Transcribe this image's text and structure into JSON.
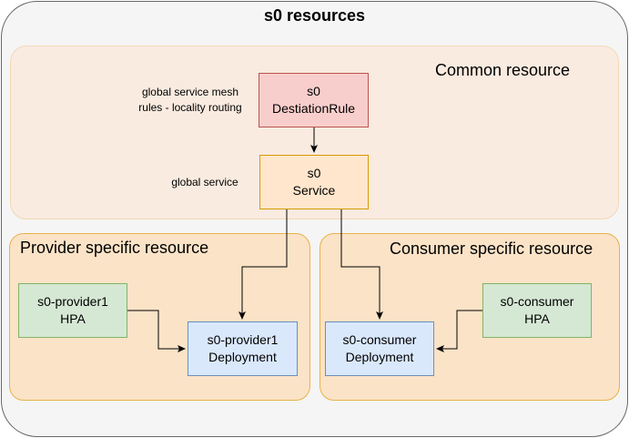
{
  "title": "s0 resources",
  "sections": {
    "common": "Common resource",
    "provider": "Provider specific resource",
    "consumer": "Consumer specific resource"
  },
  "nodes": {
    "destination_rule": "s0\nDestiationRule",
    "service": "s0\nService",
    "provider_hpa": "s0-provider1\nHPA",
    "provider_deployment": "s0-provider1\nDeployment",
    "consumer_deployment": "s0-consumer\nDeployment",
    "consumer_hpa": "s0-consumer\nHPA"
  },
  "notes": {
    "destination_rule": "global service mesh\nrules - locality routing",
    "service": "global service"
  },
  "colors": {
    "destination_rule_fill": "#f8cecc",
    "service_fill": "#ffe6cc",
    "hpa_fill": "#d5e8d4",
    "deployment_fill": "#dae8fc",
    "section_fill": "#fbe3c7"
  },
  "edges": [
    {
      "from": "destination_rule",
      "to": "service"
    },
    {
      "from": "service",
      "to": "provider_deployment"
    },
    {
      "from": "service",
      "to": "consumer_deployment"
    },
    {
      "from": "provider_hpa",
      "to": "provider_deployment"
    },
    {
      "from": "consumer_hpa",
      "to": "consumer_deployment"
    }
  ]
}
